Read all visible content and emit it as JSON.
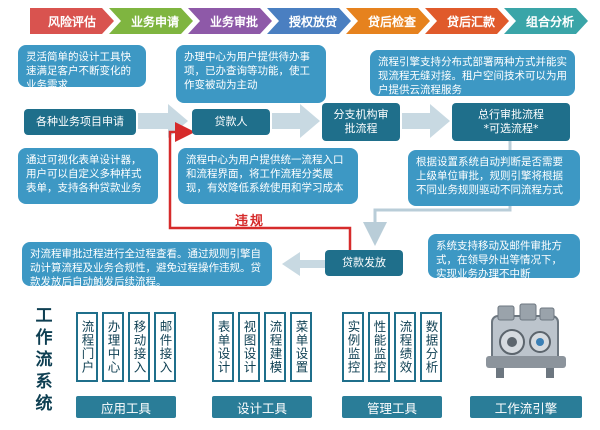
{
  "stages": [
    {
      "label": "风险评估",
      "color": "#d9534f"
    },
    {
      "label": "业务申请",
      "color": "#7fb540"
    },
    {
      "label": "业务审批",
      "color": "#8e59a8"
    },
    {
      "label": "授权放贷",
      "color": "#4a7fc1"
    },
    {
      "label": "贷后检查",
      "color": "#e6821e"
    },
    {
      "label": "贷后汇款",
      "color": "#e05a2b"
    },
    {
      "label": "组合分析",
      "color": "#3aa5a8"
    }
  ],
  "notes": {
    "design_tool": "灵活简单的设计工具快速满足客户不断变化的业务需求",
    "office_center": "办理中心为用户提供待办事项，已办查询等功能，使工作变被动为主动",
    "engine_dist": "流程引擎支持分布式部署两种方式并能实现流程无缝对接。租户空间技术可以为用户提供云流程服务",
    "visual_form": "通过可视化表单设计器，用户可以自定义多种样式表单，支持各种贷款业务",
    "flow_center": "流程中心为用户提供统一流程入口和流程界面，将工作流程分类展现，有效降低系统使用和学习成本",
    "org_rules": "根据设置系统自动判断是否需要上级单位审批，规则引擎将根据不同业务规则驱动不同流程方式",
    "monitor": "对流程审批过程进行全过程查看。通过规则引擎自动计算流程及业务合规性，避免过程操作违规。贷款发放后自动触发后续流程。",
    "mobile": "系统支持移动及邮件审批方式，在领导外出等情况下，实现业务办理不中断"
  },
  "nodes": {
    "apply": "各种业务项目申请",
    "borrower": "贷款人",
    "branch": "分支机构审批流程",
    "head_office_line1": "总行审批流程",
    "head_office_line2": "*可选流程*",
    "disburse": "贷款发放"
  },
  "violation_label": "违规",
  "system_title": "工作流系统",
  "tool_groups": [
    {
      "name": "应用工具",
      "items": [
        "流程门户",
        "办理中心",
        "移动接入",
        "邮件接入"
      ]
    },
    {
      "name": "设计工具",
      "items": [
        "表单设计",
        "视图设计",
        "流程建模",
        "菜单设置"
      ]
    },
    {
      "name": "管理工具",
      "items": [
        "实例监控",
        "性能监控",
        "流程绩效",
        "数据分析"
      ]
    },
    {
      "name": "工作流引擎",
      "items": []
    }
  ],
  "colors": {
    "note": "#3d98c4",
    "node": "#1f6f8b",
    "arrow": "#c8d9e2",
    "violation": "#d62b2b"
  }
}
